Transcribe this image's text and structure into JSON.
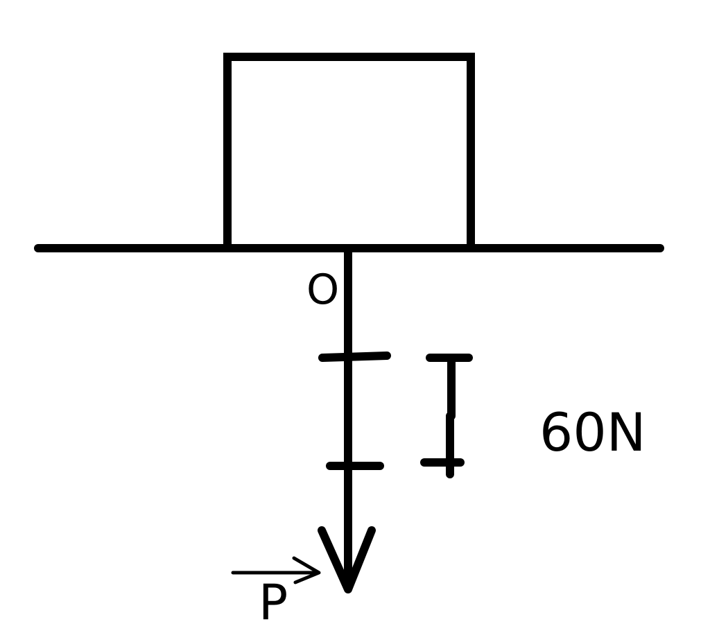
{
  "diagram": {
    "point_label": "O",
    "scale_label": "60N",
    "vector_label": "P",
    "stroke_color": "#000000",
    "background_color": "#ffffff"
  }
}
